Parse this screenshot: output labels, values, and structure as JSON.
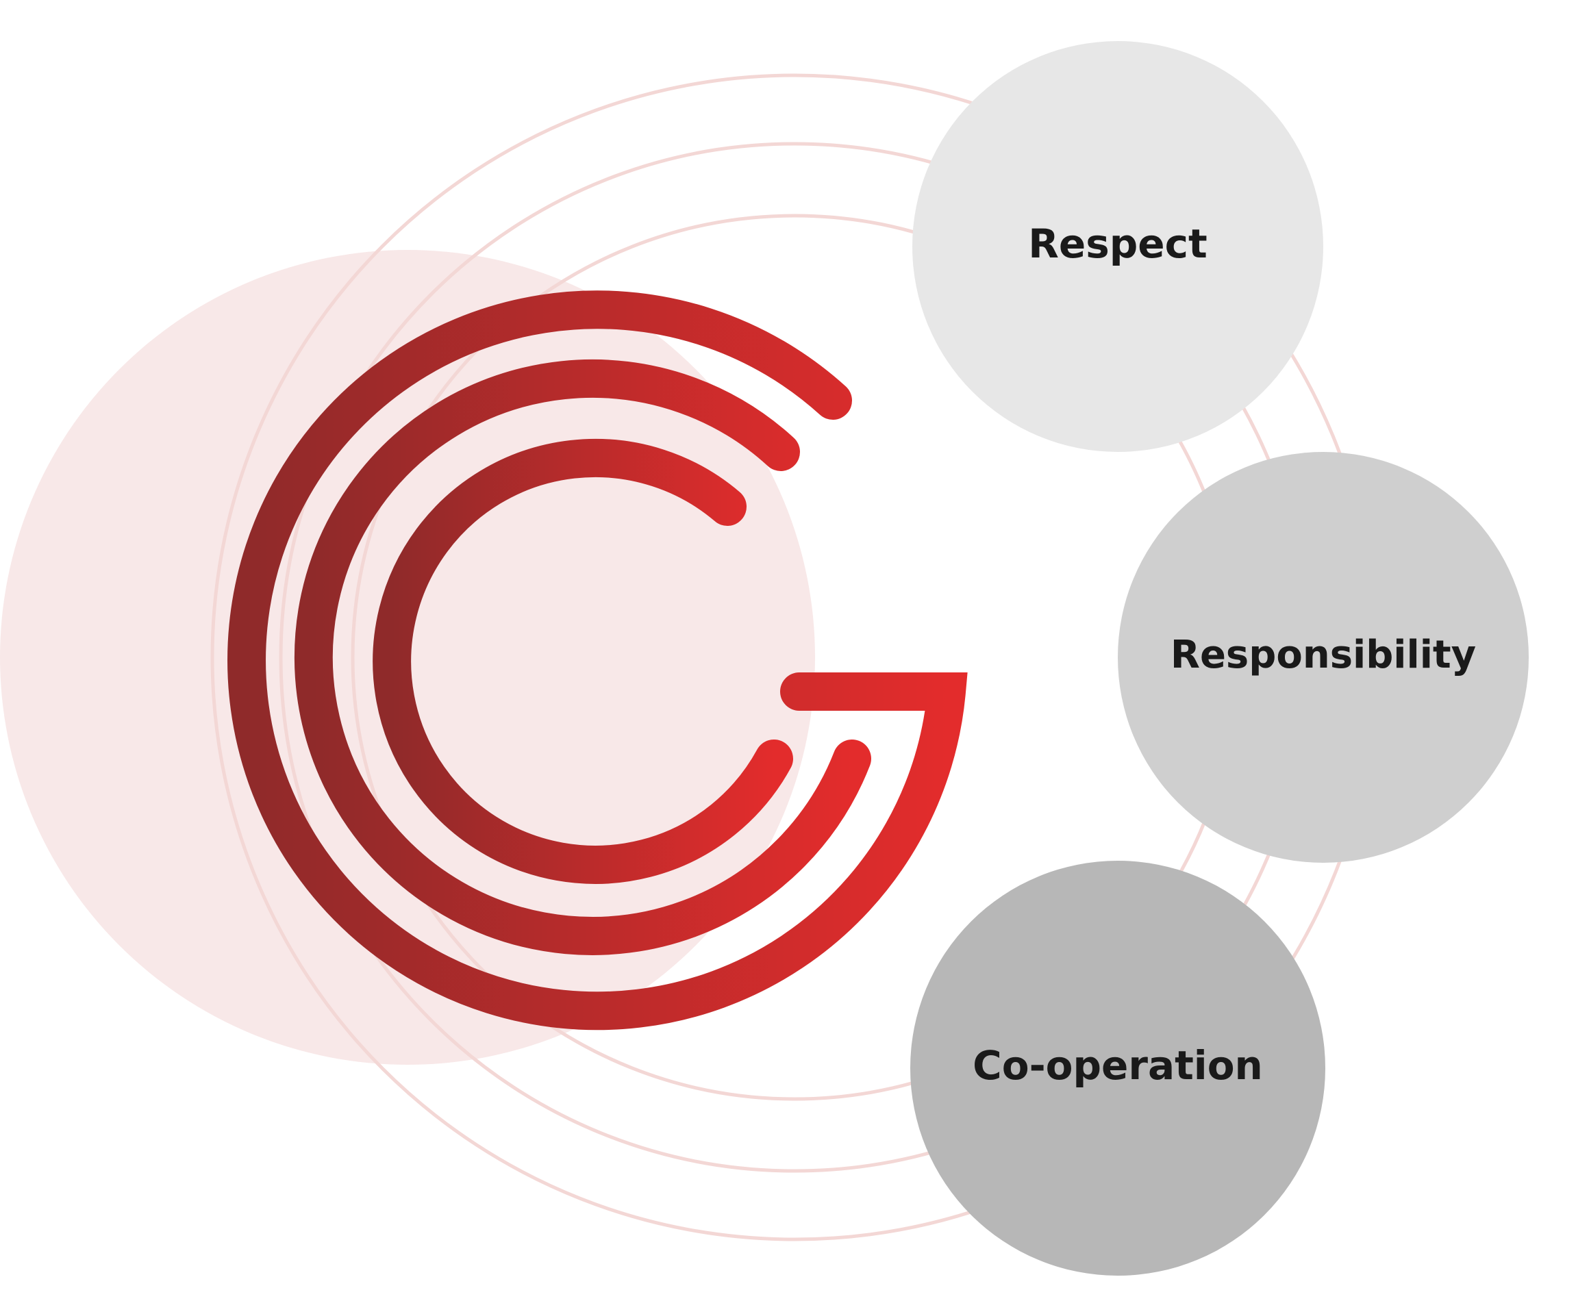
{
  "values": [
    {
      "label": "Respect"
    },
    {
      "label": "Responsibility"
    },
    {
      "label": "Co-operation"
    }
  ],
  "colors": {
    "background": "#ffffff",
    "halo": "#f8e8e8",
    "ring": "#f3d7d5",
    "logo_dark": "#8f2a2a",
    "logo_bright": "#e32c2c",
    "respect_fill": "#e7e7e7",
    "responsibility_fill": "#cfcfcf",
    "cooperation_fill": "#b7b7b7",
    "text": "#1a1a1a"
  },
  "icons": {
    "logo": "concentric-c-g-logo"
  }
}
